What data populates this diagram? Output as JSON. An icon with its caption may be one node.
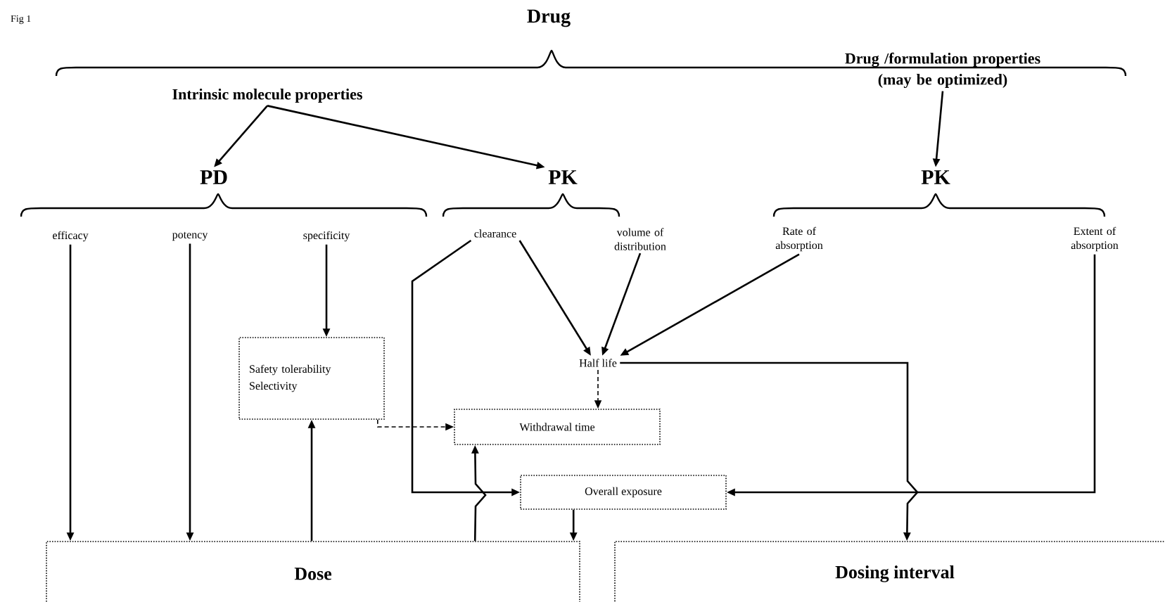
{
  "diagram": {
    "nodes": [
      {
        "text": [
          "Drug"
        ]
      },
      {
        "text": [
          "Intrinsic molecule properties"
        ]
      },
      {
        "text": [
          "Drug /formulation properties (may be optimized)"
        ]
      },
      {
        "text": [
          "PD"
        ]
      },
      {
        "text": [
          "PK"
        ]
      },
      {
        "text": [
          "PK"
        ]
      },
      {
        "text": [
          "efficacy"
        ]
      },
      {
        "text": [
          "potency"
        ]
      },
      {
        "text": [
          "specificity"
        ]
      },
      {
        "text": [
          "clearance"
        ]
      },
      {
        "text": [
          "volume of distribution"
        ]
      },
      {
        "text": [
          "Rate of absorption"
        ]
      },
      {
        "text": [
          "Extent of absorption"
        ]
      },
      {
        "text": [
          "Safety tolerability Selectivity"
        ]
      },
      {
        "text": [
          "Half life"
        ]
      },
      {
        "text": [
          "Withdrawal time"
        ]
      },
      {
        "text": [
          "Overall exposure"
        ]
      },
      {
        "text": [
          "Dose"
        ]
      },
      {
        "text": [
          "Dosing interval"
        ]
      }
    ],
    "edges": [
      {
        "from": 1,
        "to": 3,
        "arrow": "to"
      },
      {
        "from": 1,
        "to": 4,
        "arrow": "to"
      },
      {
        "from": 2,
        "to": 5,
        "arrow": "to"
      },
      {
        "from": 6,
        "to": 17,
        "arrow": "to"
      },
      {
        "from": 7,
        "to": 17,
        "arrow": "to"
      },
      {
        "from": 8,
        "to": 13,
        "arrow": "to"
      },
      {
        "from": 17,
        "to": 13,
        "arrow": "to"
      },
      {
        "from": 9,
        "to": 14,
        "arrow": "to"
      },
      {
        "from": 10,
        "to": 14,
        "arrow": "to"
      },
      {
        "from": 11,
        "to": 14,
        "arrow": "to"
      },
      {
        "from": 14,
        "to": 15,
        "arrow": "to",
        "style": "dashed"
      },
      {
        "from": 13,
        "to": 15,
        "arrow": "to",
        "style": "dashed"
      },
      {
        "from": 9,
        "to": 16,
        "arrow": "to"
      },
      {
        "from": 17,
        "to": 15,
        "arrow": "to"
      },
      {
        "from": 16,
        "to": 17,
        "arrow": "to"
      },
      {
        "from": 14,
        "to": 18,
        "arrow": "to"
      },
      {
        "from": 12,
        "to": 16,
        "arrow": "to"
      }
    ],
    "labels": [
      "Fig 1"
    ]
  }
}
